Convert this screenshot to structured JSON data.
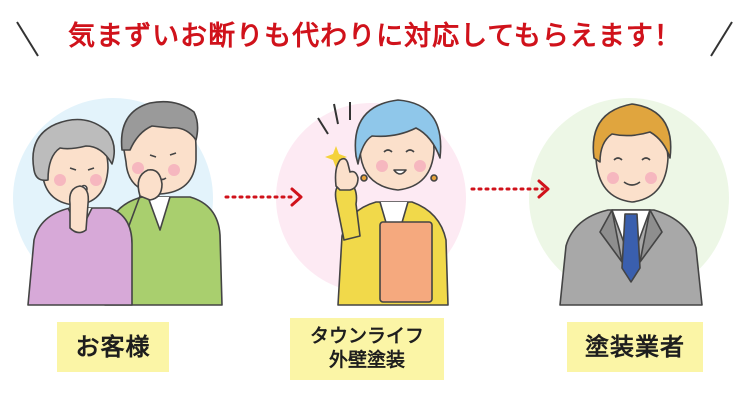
{
  "headline": {
    "text": "気まずいお断りも代わりに対応してもらえます！"
  },
  "flow": {
    "customer": {
      "label": "お客様"
    },
    "middle": {
      "label_line1": "タウンライフ",
      "label_line2": "外壁塗装"
    },
    "contractor": {
      "label": "塗装業者"
    }
  },
  "colors": {
    "headline": "#d0121b",
    "arrow": "#d0121b",
    "label_bg": "#fbf5a6",
    "circle_customer": "#e3f3fb",
    "circle_middle": "#fdeaf3",
    "circle_contractor": "#edf7e6"
  }
}
